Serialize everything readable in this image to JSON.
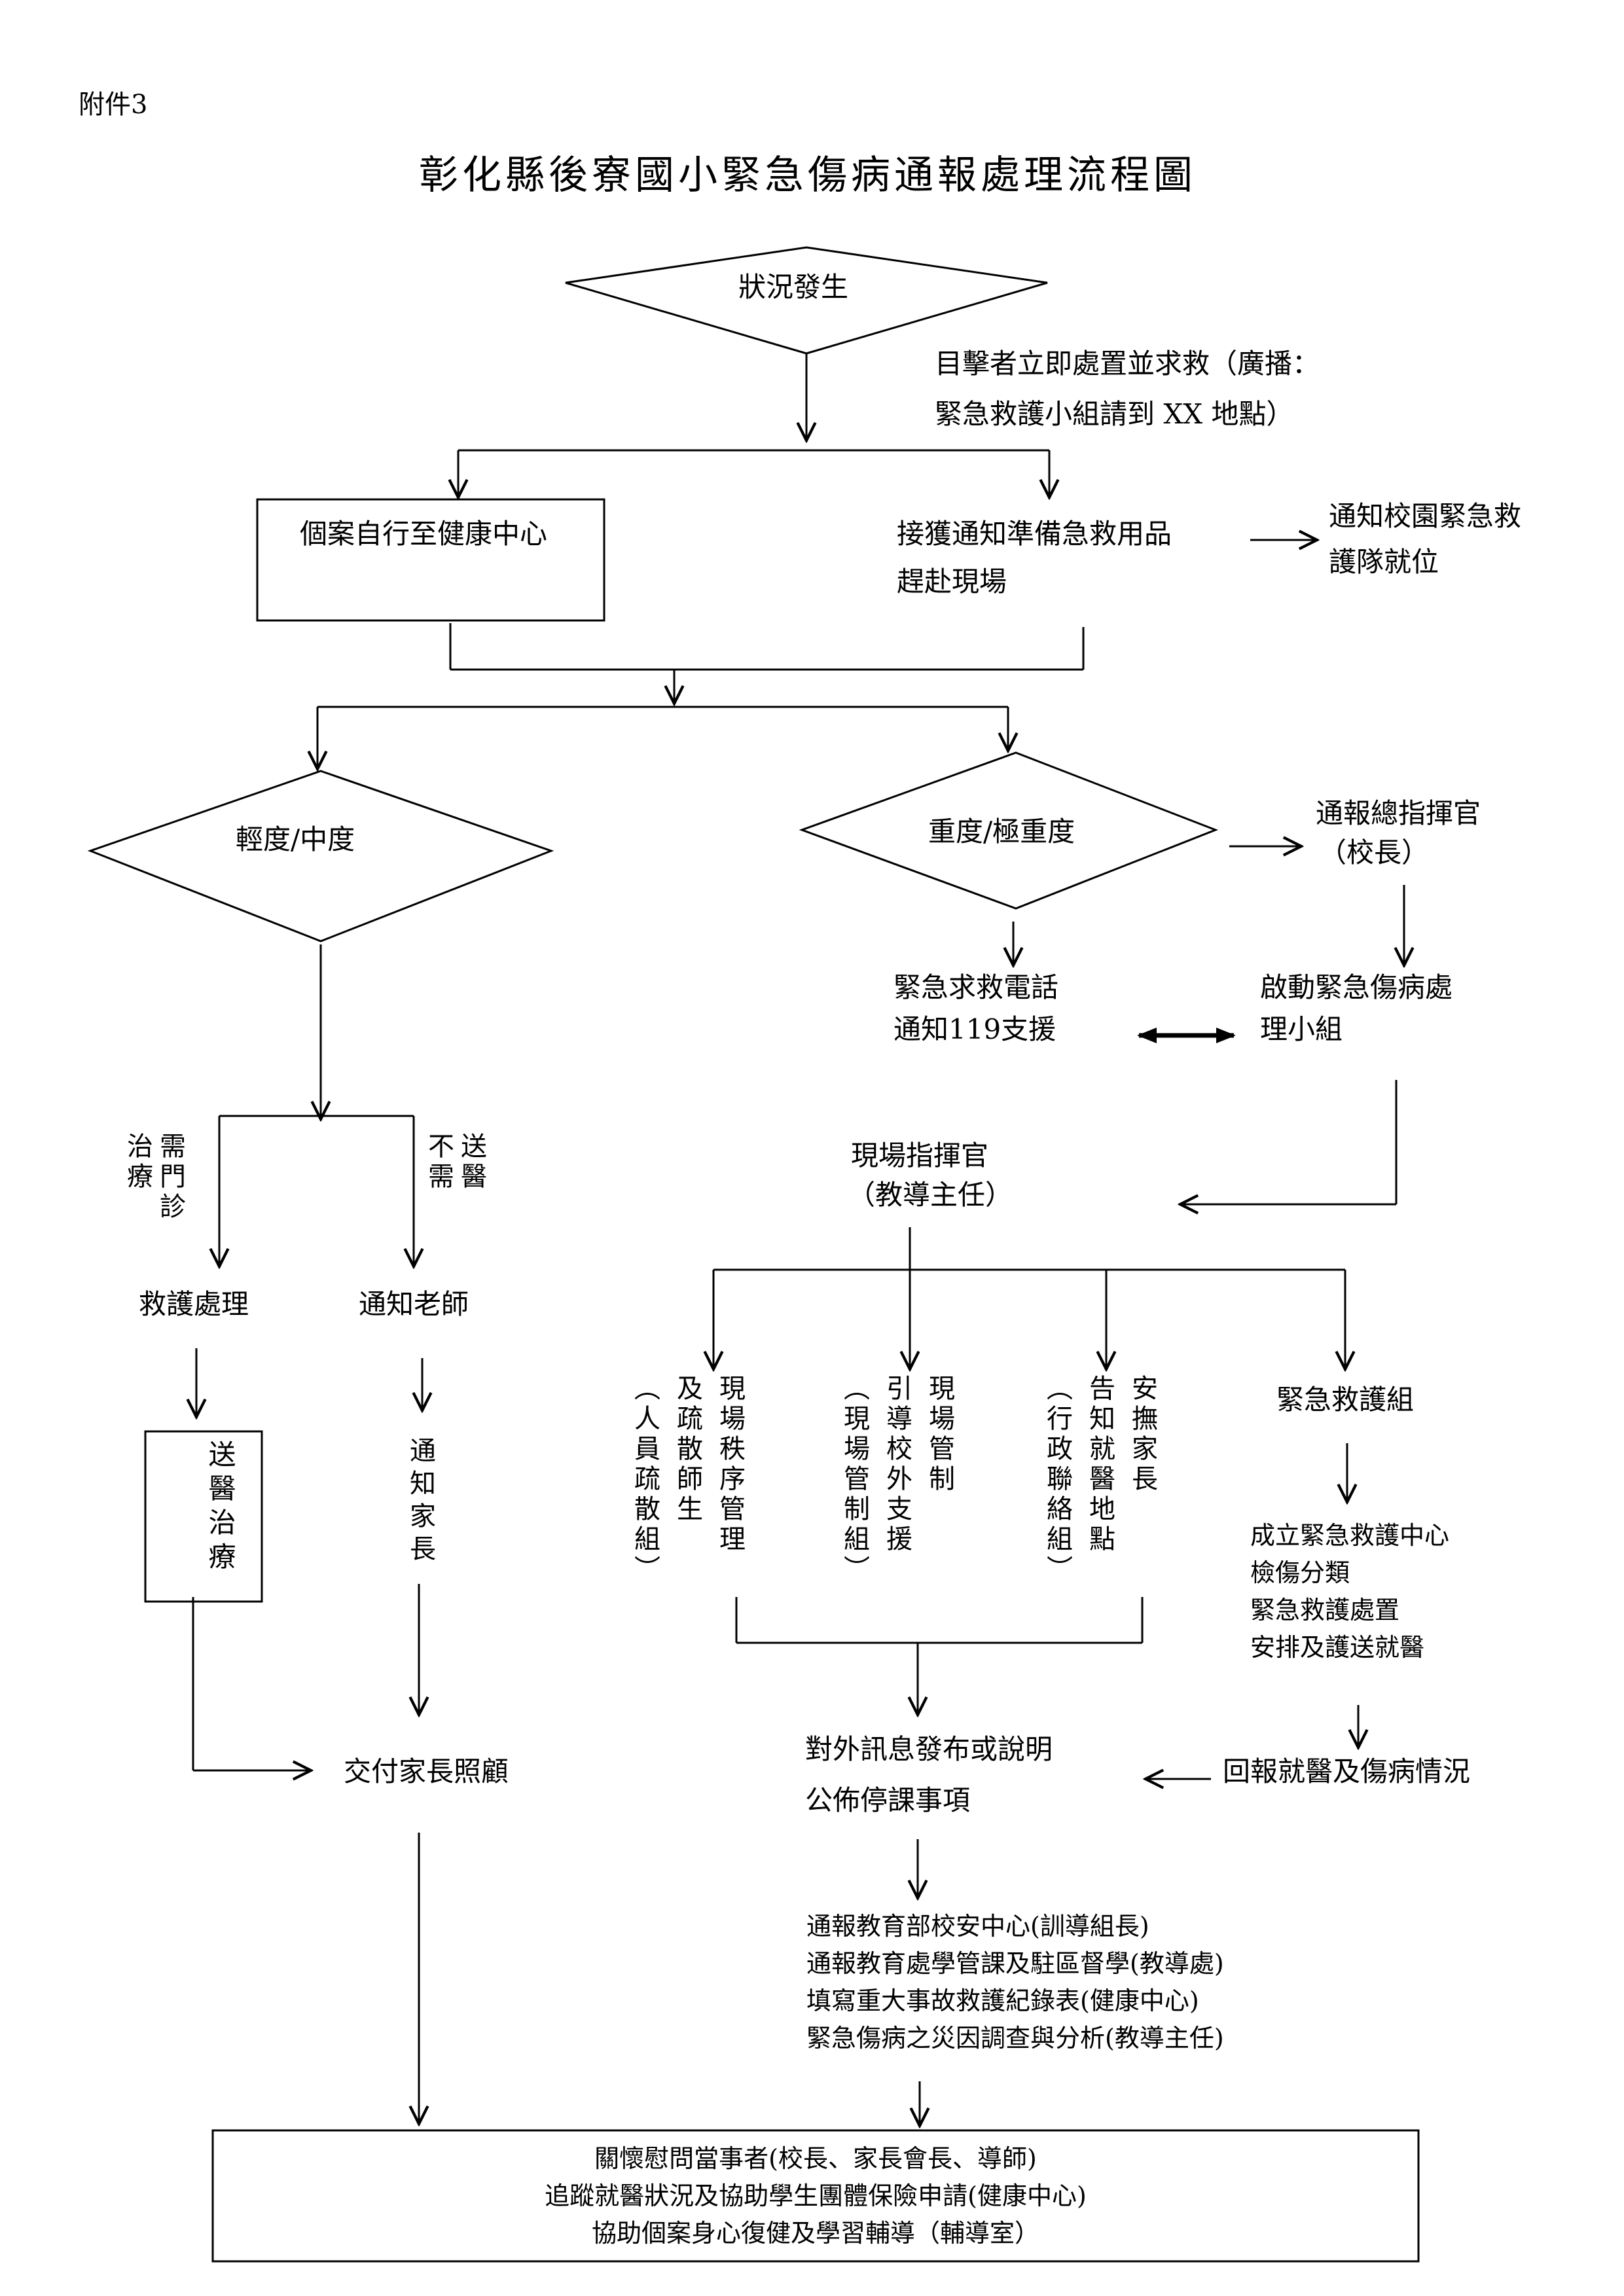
{
  "attachment_label": "附件3",
  "title": "彰化縣後寮國小緊急傷病通報處理流程圖",
  "nodes": {
    "start": "狀況發生",
    "witness_line1": "目擊者立即處置並求救（廣播：",
    "witness_line2": "緊急救護小組請到 XX 地點）",
    "self_to_health": "個案自行至健康中心",
    "prepare_line1": "接獲通知準備急救用品",
    "prepare_line2": "趕赴現場",
    "notify_team_line1": "通知校園緊急救",
    "notify_team_line2": "護隊就位",
    "mild": "輕度/中度",
    "severe": "重度/極重度",
    "commander_line1": "通報總指揮官",
    "commander_line2": "（校長）",
    "call_119_line1": "緊急求救電話",
    "call_119_line2": "通知119支援",
    "activate_line1": "啟動緊急傷病處",
    "activate_line2": "理小組",
    "need_clinic_col1": "治療",
    "need_clinic_col2": "需門診",
    "no_hospital_col1": "不需",
    "no_hospital_col2": "送醫",
    "first_aid": "救護處理",
    "notify_teacher": "通知老師",
    "send_hospital": "送醫治療",
    "notify_parent": "通知家長",
    "hand_over": "交付家長照顧",
    "site_commander_line1": "現場指揮官",
    "site_commander_line2": "（教導主任）",
    "group1_col1": "現場秩序管理",
    "group1_col2": "及疏散師生",
    "group1_col3": "︵人員疏散組︶",
    "group2_col1": "現場管制",
    "group2_col2": "引導校外支援",
    "group2_col3": "︵現場管制組︶",
    "group3_col1": "安撫家長",
    "group3_col2": "告知就醫地點",
    "group3_col3": "︵行政聯絡組︶",
    "rescue_group": "緊急救護組",
    "rescue_tasks": "成立緊急救護中心\n檢傷分類\n緊急救護處置\n安排及護送就醫",
    "report_back": "回報就醫及傷病情況",
    "announce_line1": "對外訊息發布或說明",
    "announce_line2": "公佈停課事項",
    "reports": "通報教育部校安中心(訓導組長)\n通報教育處學管課及駐區督學(教導處)\n填寫重大事故救護紀錄表(健康中心)\n緊急傷病之災因調查與分析(教導主任)",
    "followup": "關懷慰問當事者(校長、家長會長、導師)\n追蹤就醫狀況及協助學生團體保險申請(健康中心)\n協助個案身心復健及學習輔導（輔導室）"
  }
}
